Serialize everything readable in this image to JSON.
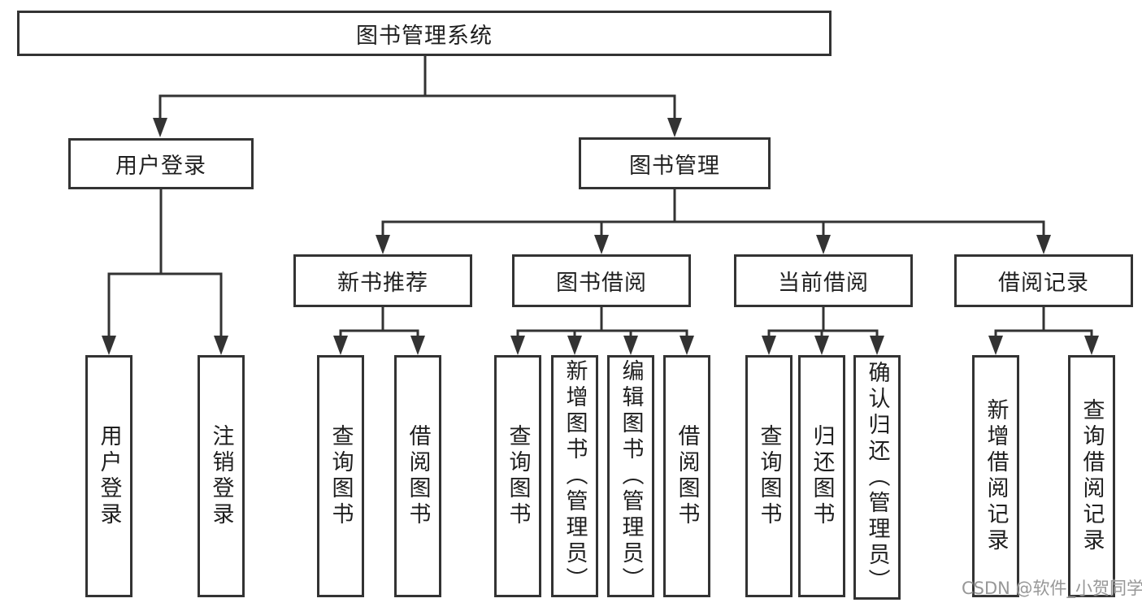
{
  "tree": {
    "root": {
      "label": "图书管理系统"
    },
    "children": [
      {
        "label": "用户登录",
        "children": [
          {
            "label": "用户登录"
          },
          {
            "label": "注销登录"
          }
        ]
      },
      {
        "label": "图书管理",
        "children": [
          {
            "label": "新书推荐",
            "children": [
              {
                "label": "查询图书"
              },
              {
                "label": "借阅图书"
              }
            ]
          },
          {
            "label": "图书借阅",
            "children": [
              {
                "label": "查询图书"
              },
              {
                "label": "新增图书（管理员）"
              },
              {
                "label": "编辑图书（管理员）"
              },
              {
                "label": "借阅图书"
              }
            ]
          },
          {
            "label": "当前借阅",
            "children": [
              {
                "label": "查询图书"
              },
              {
                "label": "归还图书"
              },
              {
                "label": "确认归还（管理员）"
              }
            ]
          },
          {
            "label": "借阅记录",
            "children": [
              {
                "label": "新增借阅记录"
              },
              {
                "label": "查询借阅记录"
              }
            ]
          }
        ]
      }
    ]
  },
  "watermark": "CSDN @软件_小贺同学",
  "colors": {
    "line": "#333333",
    "text": "#1f1f1f",
    "watermark": "#979797",
    "background": "#ffffff"
  }
}
